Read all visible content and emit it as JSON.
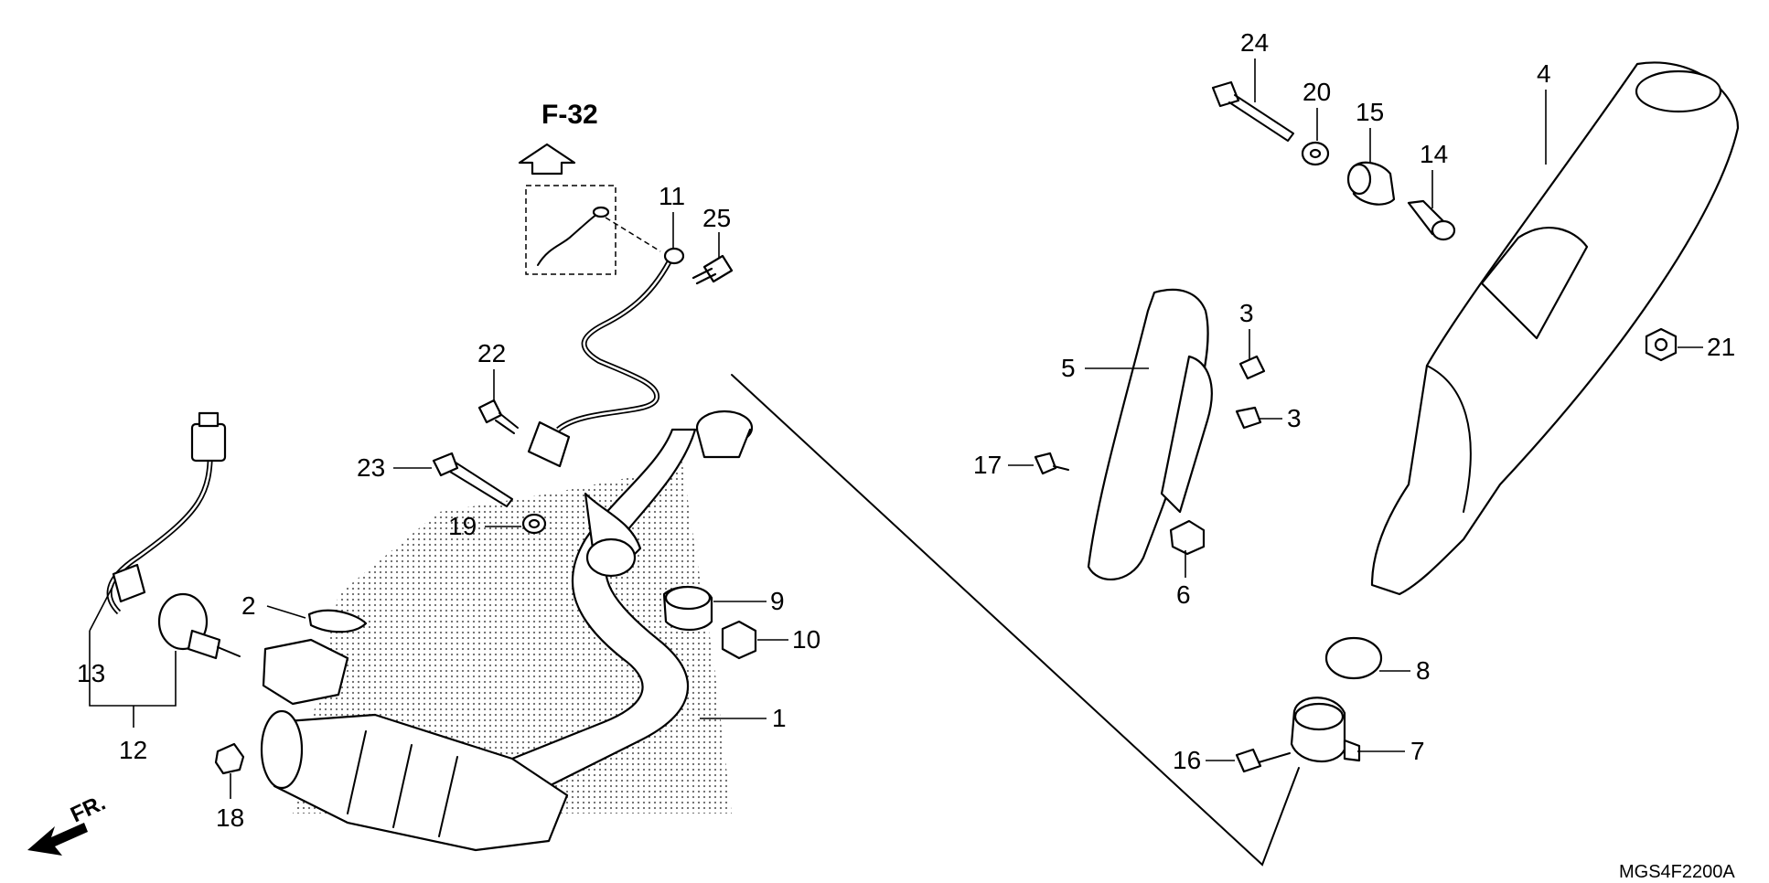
{
  "reference": "F-32",
  "direction_label": "FR.",
  "diagram_code": "MGS4F2200A",
  "callouts": {
    "n1": "1",
    "n2": "2",
    "n3a": "3",
    "n3b": "3",
    "n4": "4",
    "n5": "5",
    "n6": "6",
    "n7": "7",
    "n8": "8",
    "n9": "9",
    "n10": "10",
    "n11": "11",
    "n12": "12",
    "n13": "13",
    "n14": "14",
    "n15": "15",
    "n16": "16",
    "n17": "17",
    "n18": "18",
    "n19": "19",
    "n20": "20",
    "n21": "21",
    "n22": "22",
    "n23": "23",
    "n24": "24",
    "n25": "25"
  }
}
